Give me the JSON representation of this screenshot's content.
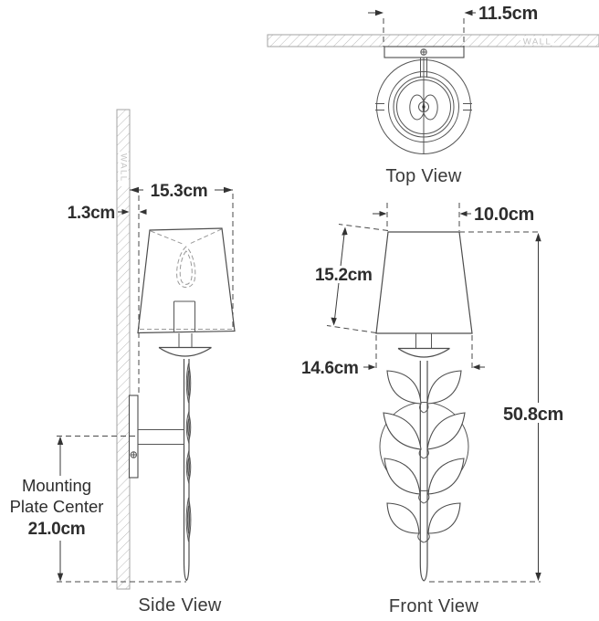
{
  "title": "Wall sconce dimension drawing",
  "colors": {
    "drawing_line": "#4d4d4d",
    "dimension_text": "#2d2d2d",
    "wall_hatch_gray": "#b9b9b9",
    "wall_label_gray": "#c3c3c3",
    "hidden_line_gray": "#9a9a9a"
  },
  "top_view": {
    "label": "Top View",
    "wall_label": "WALL",
    "width_dim": "11.5cm"
  },
  "side_view": {
    "label": "Side View",
    "wall_label": "WALL",
    "depth_dim": "15.3cm",
    "offset_dim": "1.3cm",
    "mounting": {
      "line1": "Mounting",
      "line2": "Plate Center",
      "value": "21.0cm"
    }
  },
  "front_view": {
    "label": "Front View",
    "top_width_dim": "10.0cm",
    "slant_height_dim": "15.2cm",
    "bottom_width_dim": "14.6cm",
    "overall_height_dim": "50.8cm"
  }
}
